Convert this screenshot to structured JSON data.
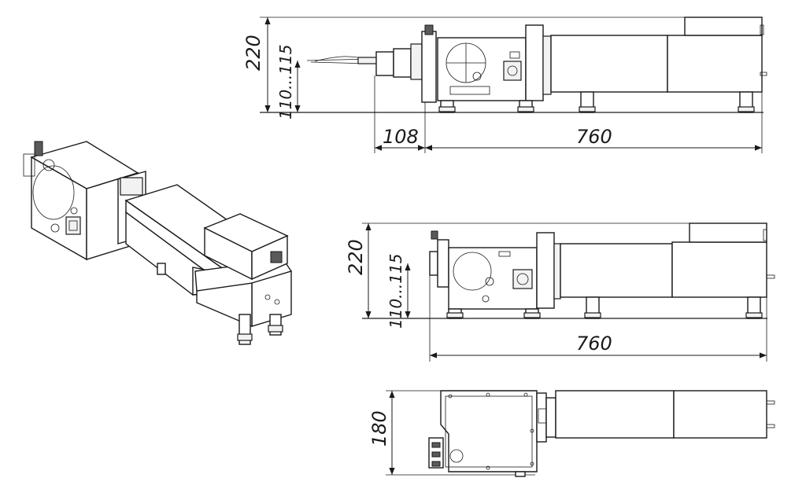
{
  "top_view": {
    "height_label": "220",
    "adjust_label": "110...115",
    "fiber_length_label": "108",
    "length_label": "760"
  },
  "side_view": {
    "height_label": "220",
    "adjust_label": "110...115",
    "length_label": "760"
  },
  "plan_view": {
    "width_label": "180"
  },
  "colors": {
    "line": "#1a1a1a",
    "fill": "#ffffff",
    "shade": "#f2f2f2"
  }
}
